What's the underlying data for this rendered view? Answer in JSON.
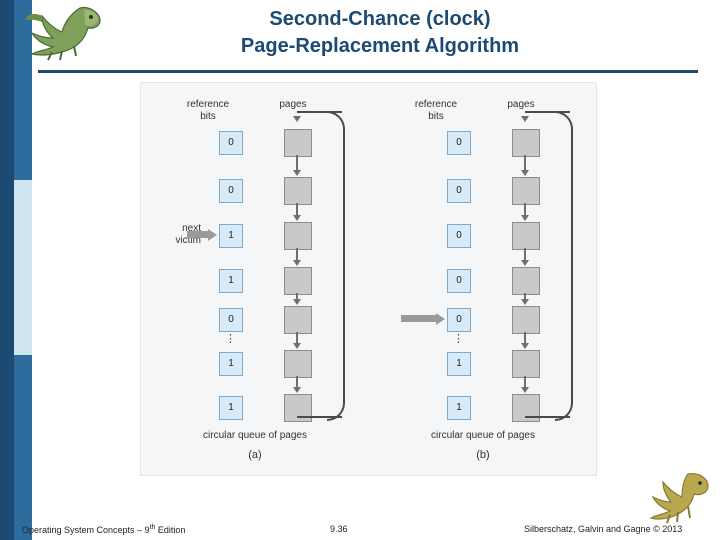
{
  "slide": {
    "title_line1": "Second-Chance (clock)",
    "title_line2": "Page-Replacement Algorithm",
    "accent_color": "#1b4a73"
  },
  "figure": {
    "panel_a": {
      "header_ref_line1": "reference",
      "header_ref_line2": "bits",
      "header_pages": "pages",
      "reference_bits": [
        "0",
        "0",
        "1",
        "1",
        "0",
        "1",
        "1"
      ],
      "vertical_dots": "⋮",
      "next_victim_line1": "next",
      "next_victim_line2": "victim",
      "next_victim_index": 2,
      "caption_queue": "circular queue of pages",
      "caption_label": "(a)"
    },
    "panel_b": {
      "header_ref_line1": "reference",
      "header_ref_line2": "bits",
      "header_pages": "pages",
      "reference_bits": [
        "0",
        "0",
        "0",
        "0",
        "0",
        "1",
        "1"
      ],
      "vertical_dots": "⋮",
      "next_victim_line1": "",
      "next_victim_line2": "",
      "next_victim_index": 4,
      "caption_queue": "circular queue of pages",
      "caption_label": "(b)"
    }
  },
  "footer": {
    "left_text": "Operating System Concepts – 9",
    "left_text_sup": "th",
    "left_text_tail": " Edition",
    "center_text": "9.36",
    "right_text": "Silberschatz, Galvin and Gagne © 2013"
  }
}
